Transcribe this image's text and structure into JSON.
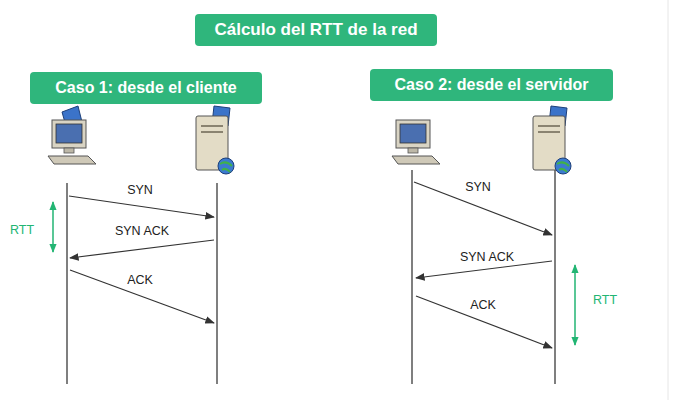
{
  "diagram": {
    "title": "Cálculo del RTT de la red",
    "nodes": [
      {
        "text": [
          "Caso 1: desde el cliente"
        ]
      },
      {
        "text": [
          "Caso 2: desde el servidor"
        ]
      }
    ],
    "labels": [
      "RTT",
      "SYN",
      "SYN ACK",
      "ACK",
      "SYN",
      "SYN ACK",
      "ACK",
      "RTT"
    ]
  }
}
